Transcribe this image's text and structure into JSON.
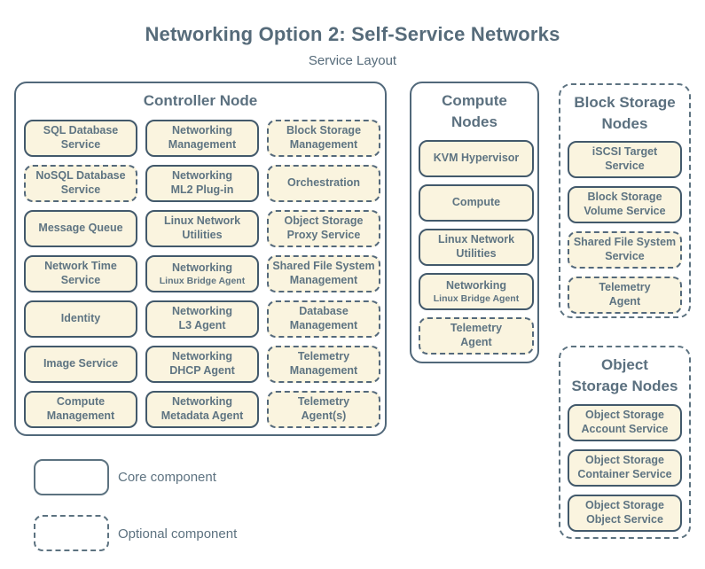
{
  "page": {
    "title": "Networking Option 2: Self-Service Networks",
    "subtitle": "Service Layout"
  },
  "colors": {
    "background": "#ffffff",
    "box_fill": "#faf4df",
    "box_border_solid": "#42596b",
    "box_border_dashed": "#54697b",
    "container_border": "#51687a",
    "text": "#5e7482",
    "title_text": "#566b7a"
  },
  "legend": {
    "core": {
      "label": "Core component",
      "style": "solid"
    },
    "optional": {
      "label": "Optional component",
      "style": "dashed"
    }
  },
  "groups": {
    "controller": {
      "title": "Controller Node",
      "border": "solid",
      "services": [
        {
          "label": "SQL Database\nService",
          "type": "core"
        },
        {
          "label": "Networking\nManagement",
          "type": "core"
        },
        {
          "label": "Block Storage\nManagement",
          "type": "optional"
        },
        {
          "label": "NoSQL Database\nService",
          "type": "optional"
        },
        {
          "label": "Networking\nML2 Plug-in",
          "type": "core"
        },
        {
          "label": "Orchestration",
          "type": "optional"
        },
        {
          "label": "Message Queue",
          "type": "core"
        },
        {
          "label": "Linux Network\nUtilities",
          "type": "core"
        },
        {
          "label": "Object Storage\nProxy Service",
          "type": "optional"
        },
        {
          "label": "Network Time\nService",
          "type": "core"
        },
        {
          "label": "Networking",
          "sublabel": "Linux Bridge Agent",
          "type": "core"
        },
        {
          "label": "Shared File System\nManagement",
          "type": "optional"
        },
        {
          "label": "Identity",
          "type": "core"
        },
        {
          "label": "Networking\nL3 Agent",
          "type": "core"
        },
        {
          "label": "Database\nManagement",
          "type": "optional"
        },
        {
          "label": "Image Service",
          "type": "core"
        },
        {
          "label": "Networking\nDHCP Agent",
          "type": "core"
        },
        {
          "label": "Telemetry\nManagement",
          "type": "optional"
        },
        {
          "label": "Compute\nManagement",
          "type": "core"
        },
        {
          "label": "Networking\nMetadata Agent",
          "type": "core"
        },
        {
          "label": "Telemetry\nAgent(s)",
          "type": "optional"
        }
      ]
    },
    "compute": {
      "title": "Compute\nNodes",
      "border": "solid",
      "services": [
        {
          "label": "KVM Hypervisor",
          "type": "core"
        },
        {
          "label": "Compute",
          "type": "core"
        },
        {
          "label": "Linux Network\nUtilities",
          "type": "core"
        },
        {
          "label": "Networking",
          "sublabel": "Linux Bridge Agent",
          "type": "core"
        },
        {
          "label": "Telemetry\nAgent",
          "type": "optional"
        }
      ]
    },
    "block_storage": {
      "title": "Block Storage\nNodes",
      "border": "dashed",
      "services": [
        {
          "label": "iSCSI Target\nService",
          "type": "core"
        },
        {
          "label": "Block Storage\nVolume Service",
          "type": "core"
        },
        {
          "label": "Shared File System\nService",
          "type": "optional"
        },
        {
          "label": "Telemetry\nAgent",
          "type": "optional"
        }
      ]
    },
    "object_storage": {
      "title": "Object\nStorage Nodes",
      "border": "dashed",
      "services": [
        {
          "label": "Object Storage\nAccount Service",
          "type": "core"
        },
        {
          "label": "Object Storage\nContainer Service",
          "type": "core"
        },
        {
          "label": "Object Storage\nObject Service",
          "type": "core"
        }
      ]
    }
  }
}
